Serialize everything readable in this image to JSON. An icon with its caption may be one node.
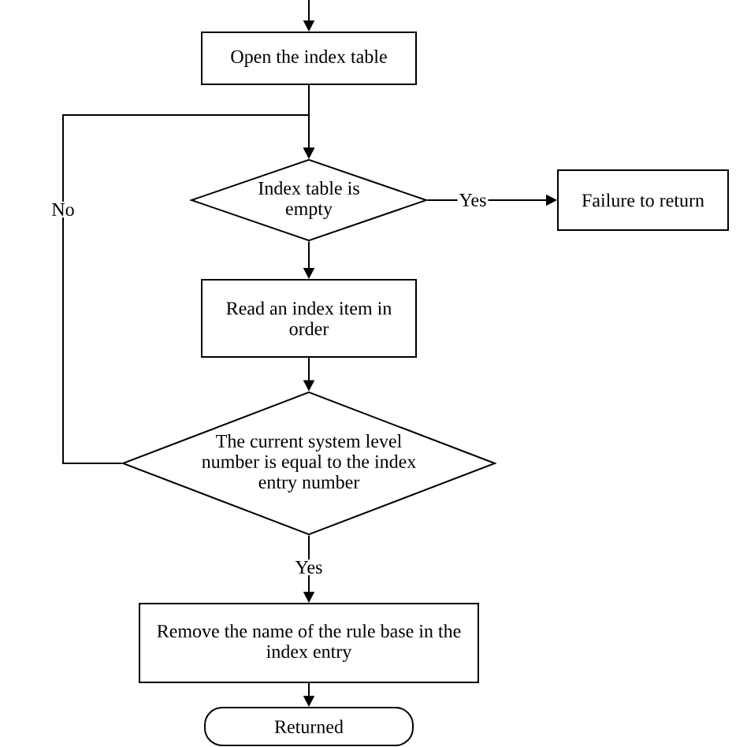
{
  "diagram": {
    "nodes": [
      {
        "text": [
          "Open the index table"
        ]
      },
      {
        "text": [
          "Index table is empty"
        ]
      },
      {
        "text": [
          "Failure to return"
        ]
      },
      {
        "text": [
          "Read an index item in order"
        ]
      },
      {
        "text": [
          "The current system level number is equal to the index entry number"
        ]
      },
      {
        "text": [
          "Remove the name of the rule base in the index entry"
        ]
      },
      {
        "text": [
          "Returned"
        ]
      }
    ],
    "edges": [
      {
        "from": null,
        "to": 0,
        "arrow": "to"
      },
      {
        "from": 0,
        "to": 1,
        "arrow": "to"
      },
      {
        "from": 1,
        "to": 2,
        "arrow": "to",
        "label": "Yes"
      },
      {
        "from": 1,
        "to": 3,
        "arrow": "to"
      },
      {
        "from": 3,
        "to": 4,
        "arrow": "to"
      },
      {
        "from": 4,
        "to": 1,
        "arrow": "to",
        "label": "No"
      },
      {
        "from": 4,
        "to": 5,
        "arrow": "to",
        "label": "Yes"
      },
      {
        "from": 5,
        "to": 6,
        "arrow": "to"
      }
    ]
  }
}
